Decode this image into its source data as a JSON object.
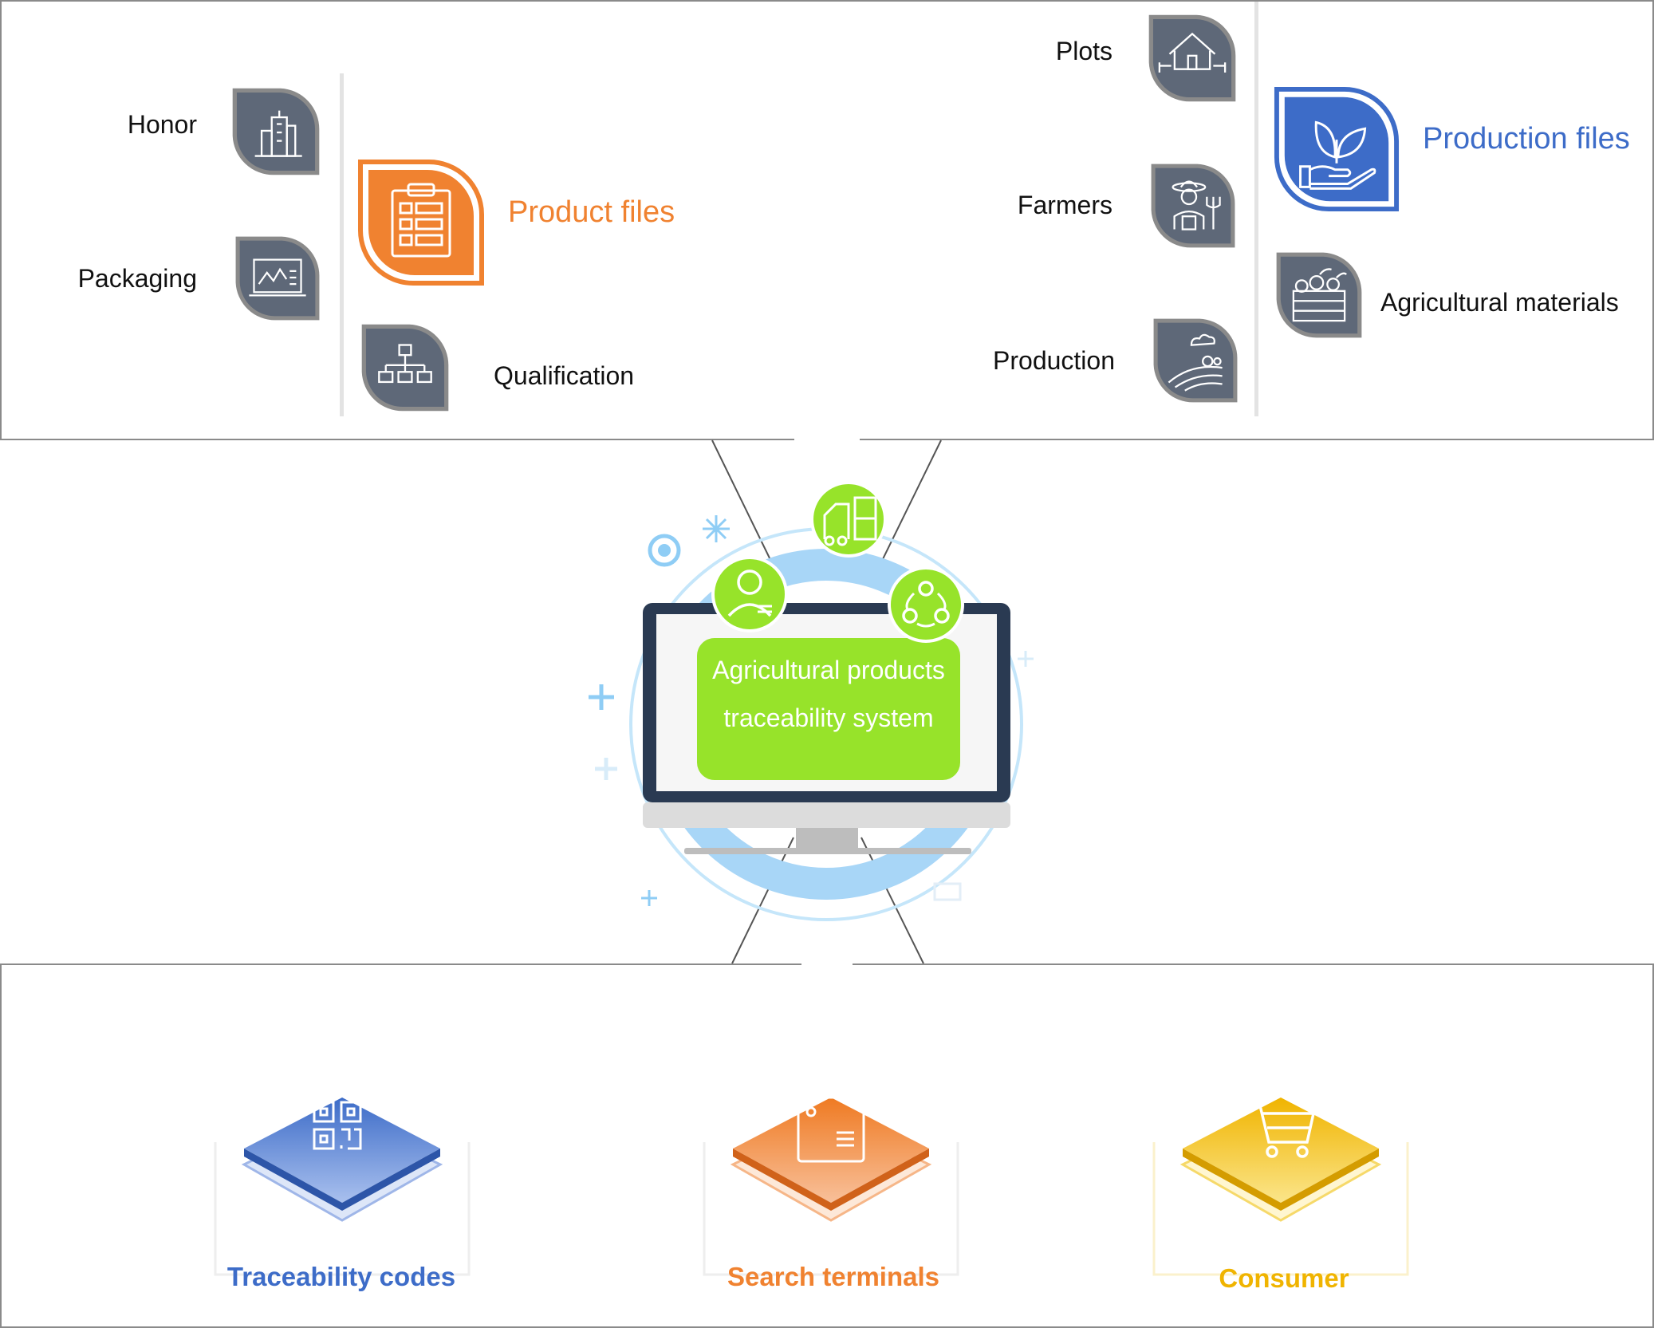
{
  "product_files": {
    "title": "Product files",
    "items": [
      "Honor",
      "Packaging",
      "Qualification"
    ],
    "color": "#f08230"
  },
  "production_files": {
    "title": "Production files",
    "items": [
      "Plots",
      "Farmers",
      "Production",
      "Agricultural materials"
    ],
    "color": "#3d6cc8"
  },
  "center": {
    "title": "Agricultural products traceability system",
    "accent": "#97e32a"
  },
  "outputs": [
    {
      "label": "Traceability codes",
      "color": "#3d6cc8",
      "icon": "qr-code-icon"
    },
    {
      "label": "Search terminals",
      "color": "#f08230",
      "icon": "terminal-icon"
    },
    {
      "label": "Consumer",
      "color": "#f0b800",
      "icon": "cart-icon"
    }
  ],
  "icon_color": "#5e6878"
}
